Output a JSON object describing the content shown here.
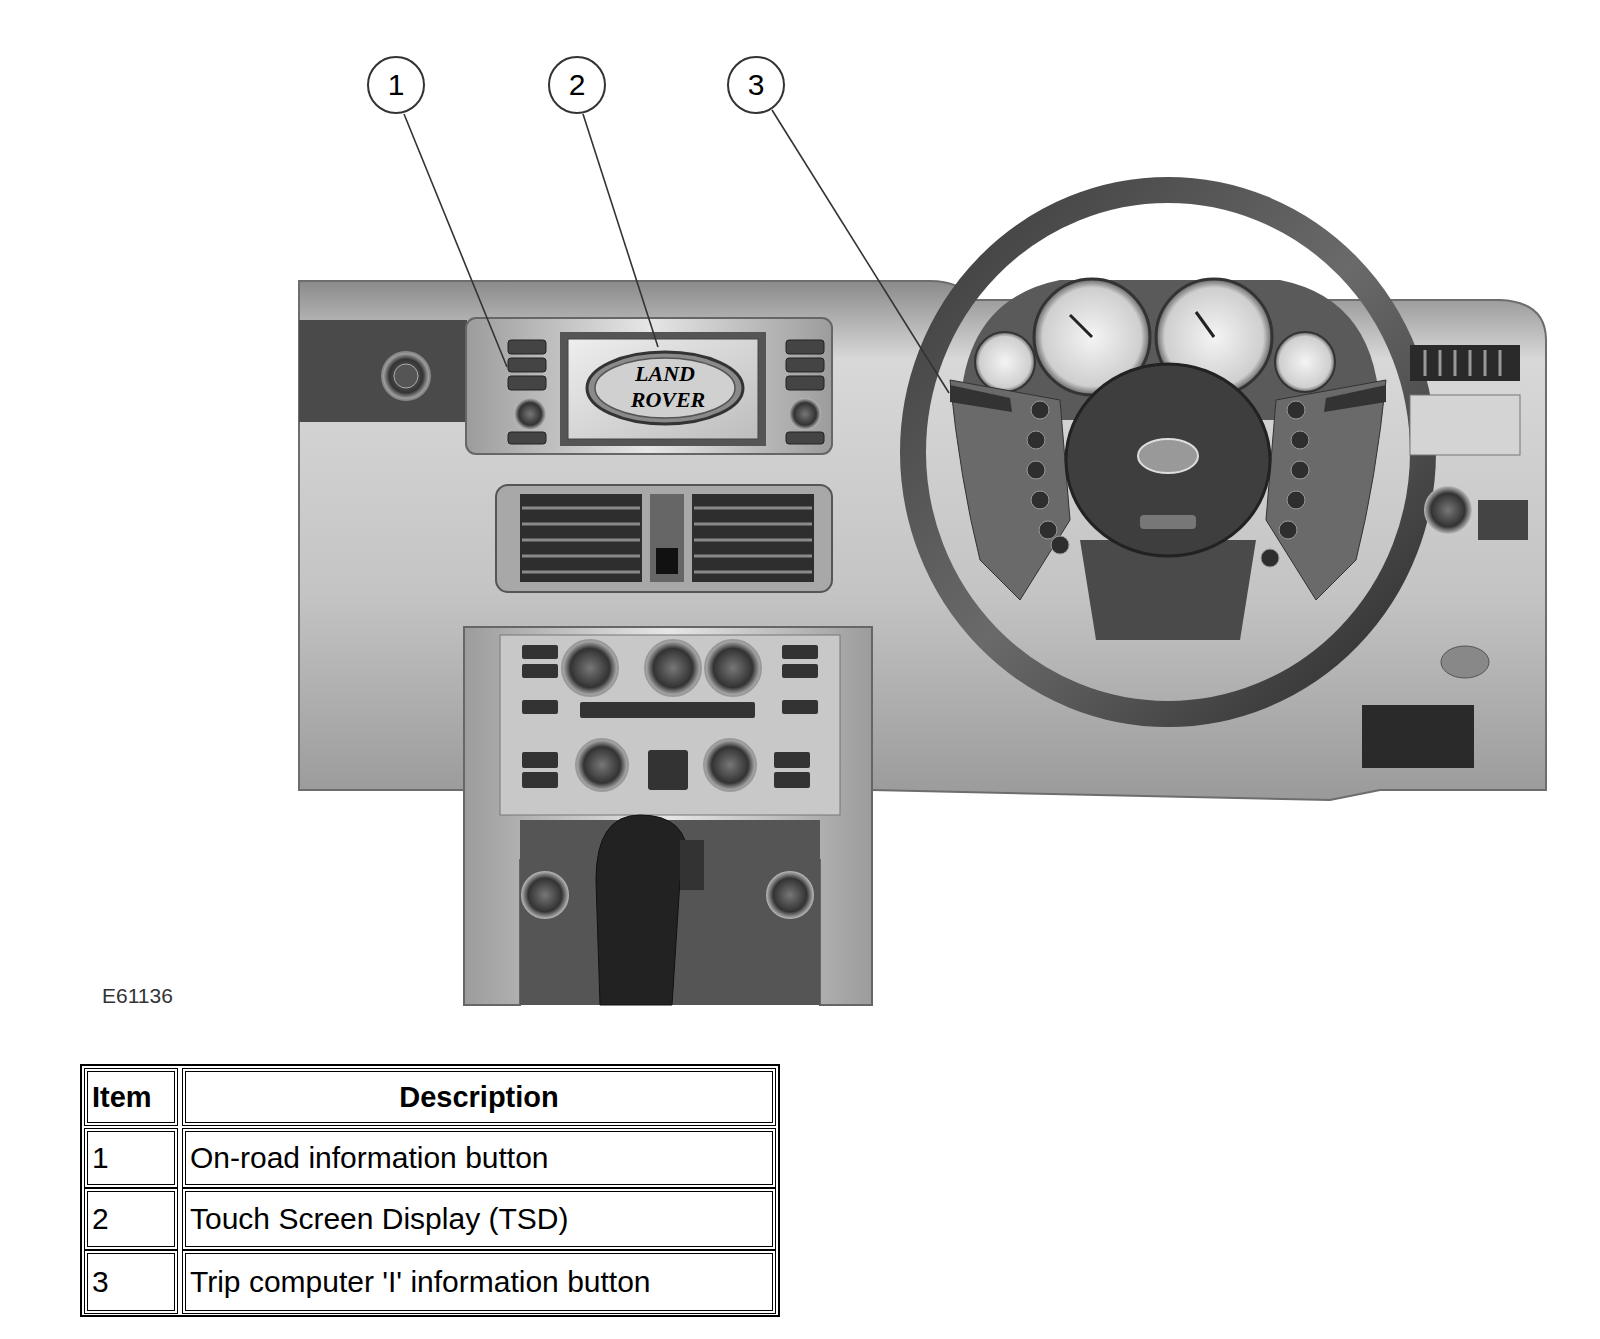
{
  "diagram": {
    "nodes": [
      {
        "text": [
          "1"
        ]
      },
      {
        "text": [
          "2"
        ]
      },
      {
        "text": [
          "3"
        ]
      }
    ],
    "labels": [
      "LAND",
      "ROVER",
      "E61136",
      "Item",
      "Description",
      "1",
      "On-road information button",
      "2",
      "Touch Screen Display (TSD)",
      "3",
      "Trip computer 'I' information button"
    ]
  }
}
